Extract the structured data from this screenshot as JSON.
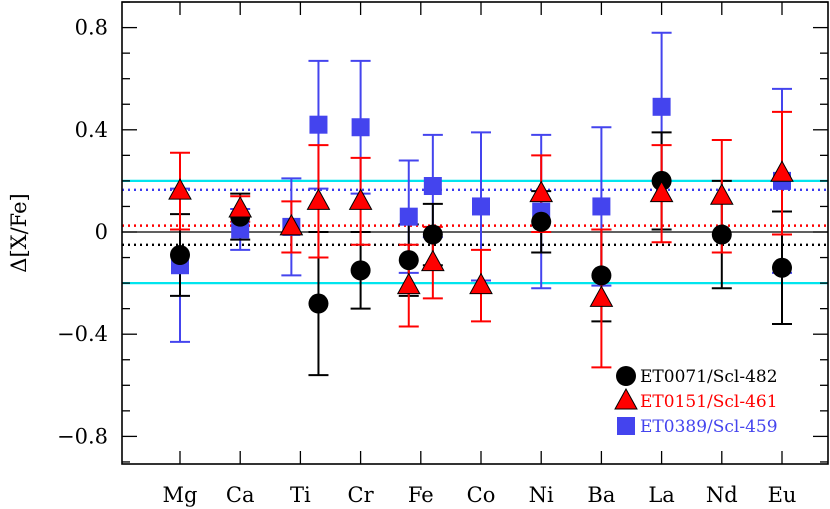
{
  "chart_data": {
    "type": "scatter",
    "title": "",
    "xlabel": "",
    "ylabel": "Δ[X/Fe]",
    "ylim": [
      -0.92,
      0.92
    ],
    "yticks": [
      -0.8,
      -0.4,
      0,
      0.4,
      0.8
    ],
    "ytick_labels": [
      "−0.8",
      "−0.4",
      "0",
      "0.4",
      "0.8"
    ],
    "categories": [
      "Mg",
      "Ca",
      "Ti",
      "Cr",
      "Fe",
      "Co",
      "Ni",
      "Ba",
      "La",
      "Nd",
      "Eu"
    ],
    "reference_lines": [
      {
        "y": 0.2,
        "style": "solid",
        "color": "#00e5ee"
      },
      {
        "y": -0.2,
        "style": "solid",
        "color": "#00e5ee"
      },
      {
        "y": 0.0,
        "style": "solid",
        "color": "#000000"
      },
      {
        "y": -0.05,
        "style": "dotted",
        "color": "#000000"
      },
      {
        "y": 0.025,
        "style": "dotted",
        "color": "#ff0000"
      },
      {
        "y": 0.165,
        "style": "dotted",
        "color": "#3b3bf0"
      }
    ],
    "legend_position": "bottom-right",
    "series": [
      {
        "name": "ET0071/Scl-482",
        "marker": "circle",
        "color": "#000000",
        "points": [
          {
            "cat": "Mg",
            "pos": 1.0,
            "y": -0.09,
            "err": 0.16
          },
          {
            "cat": "Ca",
            "pos": 2.0,
            "y": 0.06,
            "err": 0.09
          },
          {
            "cat": "Ti",
            "pos": 3.3,
            "y": -0.28,
            "err": 0.28
          },
          {
            "cat": "Cr",
            "pos": 4.0,
            "y": -0.15,
            "err": 0.15
          },
          {
            "cat": "Fe",
            "pos": 4.8,
            "y": -0.11,
            "err": 0.14
          },
          {
            "cat": "Fe",
            "pos": 5.2,
            "y": -0.01,
            "err": 0.12
          },
          {
            "cat": "Ni",
            "pos": 7.0,
            "y": 0.04,
            "err": 0.12
          },
          {
            "cat": "Ba",
            "pos": 8.0,
            "y": -0.17,
            "err": 0.18
          },
          {
            "cat": "La",
            "pos": 9.0,
            "y": 0.2,
            "err": 0.19
          },
          {
            "cat": "Nd",
            "pos": 10.0,
            "y": -0.01,
            "err": 0.21
          },
          {
            "cat": "Eu",
            "pos": 11.0,
            "y": -0.14,
            "err": 0.22
          }
        ]
      },
      {
        "name": "ET0151/Scl-461",
        "marker": "triangle",
        "color": "#ff0000",
        "points": [
          {
            "cat": "Mg",
            "pos": 1.0,
            "y": 0.16,
            "err": 0.15
          },
          {
            "cat": "Ca",
            "pos": 2.0,
            "y": 0.09,
            "err": 0.05
          },
          {
            "cat": "Ti",
            "pos": 2.85,
            "y": 0.02,
            "err": 0.1
          },
          {
            "cat": "Ti",
            "pos": 3.3,
            "y": 0.12,
            "err": 0.22
          },
          {
            "cat": "Cr",
            "pos": 4.0,
            "y": 0.12,
            "err": 0.17
          },
          {
            "cat": "Fe",
            "pos": 4.8,
            "y": -0.21,
            "err": 0.16
          },
          {
            "cat": "Fe",
            "pos": 5.2,
            "y": -0.12,
            "err": 0.14
          },
          {
            "cat": "Co",
            "pos": 6.0,
            "y": -0.21,
            "err": 0.14
          },
          {
            "cat": "Ni",
            "pos": 7.0,
            "y": 0.15,
            "err": 0.15
          },
          {
            "cat": "Ba",
            "pos": 8.0,
            "y": -0.26,
            "err": 0.27
          },
          {
            "cat": "La",
            "pos": 9.0,
            "y": 0.15,
            "err": 0.19
          },
          {
            "cat": "Nd",
            "pos": 10.0,
            "y": 0.14,
            "err": 0.22
          },
          {
            "cat": "Eu",
            "pos": 11.0,
            "y": 0.23,
            "err": 0.24
          }
        ]
      },
      {
        "name": "ET0389/Scl-459",
        "marker": "square",
        "color": "#4444ee",
        "points": [
          {
            "cat": "Mg",
            "pos": 1.0,
            "y": -0.13,
            "err": 0.3
          },
          {
            "cat": "Ca",
            "pos": 2.0,
            "y": 0.01,
            "err": 0.08
          },
          {
            "cat": "Ti",
            "pos": 2.85,
            "y": 0.02,
            "err": 0.19
          },
          {
            "cat": "Ti",
            "pos": 3.3,
            "y": 0.42,
            "err": 0.25
          },
          {
            "cat": "Cr",
            "pos": 4.0,
            "y": 0.41,
            "err": 0.26
          },
          {
            "cat": "Fe",
            "pos": 4.8,
            "y": 0.06,
            "err": 0.22
          },
          {
            "cat": "Fe",
            "pos": 5.2,
            "y": 0.18,
            "err": 0.2
          },
          {
            "cat": "Co",
            "pos": 6.0,
            "y": 0.1,
            "err": 0.29
          },
          {
            "cat": "Ni",
            "pos": 7.0,
            "y": 0.08,
            "err": 0.3
          },
          {
            "cat": "Ba",
            "pos": 8.0,
            "y": 0.1,
            "err": 0.31
          },
          {
            "cat": "La",
            "pos": 9.0,
            "y": 0.49,
            "err": 0.29
          },
          {
            "cat": "Eu",
            "pos": 11.0,
            "y": 0.2,
            "err": 0.36
          }
        ]
      }
    ]
  }
}
